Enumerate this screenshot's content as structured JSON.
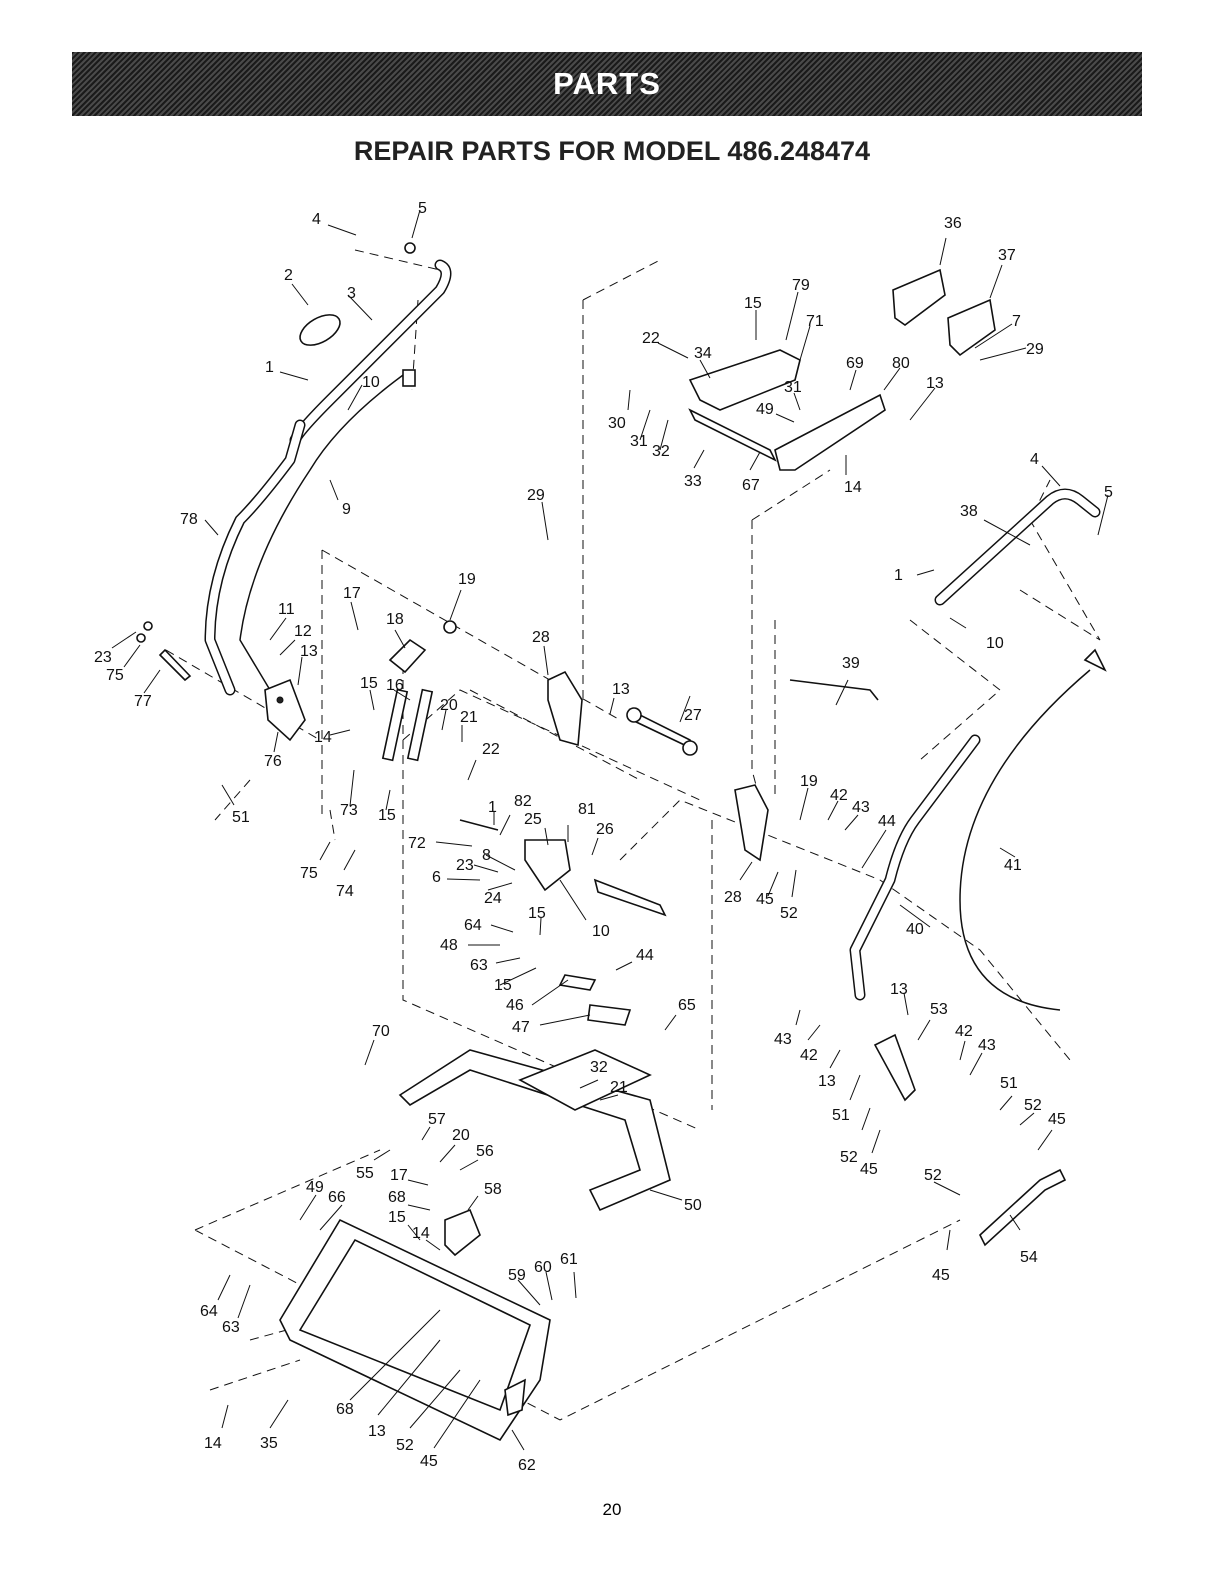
{
  "header": {
    "banner": "PARTS",
    "title": "REPAIR PARTS FOR MODEL 486.248474"
  },
  "page_number": "20",
  "callouts": [
    {
      "id": "c-4-a",
      "n": "4"
    },
    {
      "id": "c-5-a",
      "n": "5"
    },
    {
      "id": "c-2",
      "n": "2"
    },
    {
      "id": "c-3",
      "n": "3"
    },
    {
      "id": "c-1-a",
      "n": "1"
    },
    {
      "id": "c-10-a",
      "n": "10"
    },
    {
      "id": "c-9",
      "n": "9"
    },
    {
      "id": "c-78",
      "n": "78"
    },
    {
      "id": "c-11",
      "n": "11"
    },
    {
      "id": "c-12",
      "n": "12"
    },
    {
      "id": "c-13-a",
      "n": "13"
    },
    {
      "id": "c-23-a",
      "n": "23"
    },
    {
      "id": "c-75-a",
      "n": "75"
    },
    {
      "id": "c-77",
      "n": "77"
    },
    {
      "id": "c-76",
      "n": "76"
    },
    {
      "id": "c-51-a",
      "n": "51"
    },
    {
      "id": "c-17-a",
      "n": "17"
    },
    {
      "id": "c-18",
      "n": "18"
    },
    {
      "id": "c-19-a",
      "n": "19"
    },
    {
      "id": "c-15-a",
      "n": "15"
    },
    {
      "id": "c-16",
      "n": "16"
    },
    {
      "id": "c-20-a",
      "n": "20"
    },
    {
      "id": "c-21-a",
      "n": "21"
    },
    {
      "id": "c-22-a",
      "n": "22"
    },
    {
      "id": "c-14-a",
      "n": "14"
    },
    {
      "id": "c-73",
      "n": "73"
    },
    {
      "id": "c-15-b",
      "n": "15"
    },
    {
      "id": "c-75-b",
      "n": "75"
    },
    {
      "id": "c-74",
      "n": "74"
    },
    {
      "id": "c-1-b",
      "n": "1"
    },
    {
      "id": "c-82",
      "n": "82"
    },
    {
      "id": "c-72",
      "n": "72"
    },
    {
      "id": "c-25",
      "n": "25"
    },
    {
      "id": "c-81",
      "n": "81"
    },
    {
      "id": "c-26",
      "n": "26"
    },
    {
      "id": "c-8",
      "n": "8"
    },
    {
      "id": "c-23-b",
      "n": "23"
    },
    {
      "id": "c-6",
      "n": "6"
    },
    {
      "id": "c-24",
      "n": "24"
    },
    {
      "id": "c-10-b",
      "n": "10"
    },
    {
      "id": "c-15-c",
      "n": "15"
    },
    {
      "id": "c-64-a",
      "n": "64"
    },
    {
      "id": "c-48",
      "n": "48"
    },
    {
      "id": "c-63-a",
      "n": "63"
    },
    {
      "id": "c-15-d",
      "n": "15"
    },
    {
      "id": "c-44-a",
      "n": "44"
    },
    {
      "id": "c-46",
      "n": "46"
    },
    {
      "id": "c-47",
      "n": "47"
    },
    {
      "id": "c-65",
      "n": "65"
    },
    {
      "id": "c-29-a",
      "n": "29"
    },
    {
      "id": "c-28-a",
      "n": "28"
    },
    {
      "id": "c-13-b",
      "n": "13"
    },
    {
      "id": "c-27",
      "n": "27"
    },
    {
      "id": "c-22-b",
      "n": "22"
    },
    {
      "id": "c-34",
      "n": "34"
    },
    {
      "id": "c-15-e",
      "n": "15"
    },
    {
      "id": "c-79",
      "n": "79"
    },
    {
      "id": "c-71",
      "n": "71"
    },
    {
      "id": "c-36",
      "n": "36"
    },
    {
      "id": "c-37",
      "n": "37"
    },
    {
      "id": "c-7",
      "n": "7"
    },
    {
      "id": "c-29-b",
      "n": "29"
    },
    {
      "id": "c-69",
      "n": "69"
    },
    {
      "id": "c-80",
      "n": "80"
    },
    {
      "id": "c-31-a",
      "n": "31"
    },
    {
      "id": "c-13-c",
      "n": "13"
    },
    {
      "id": "c-49-a",
      "n": "49"
    },
    {
      "id": "c-30",
      "n": "30"
    },
    {
      "id": "c-31-b",
      "n": "31"
    },
    {
      "id": "c-32-a",
      "n": "32"
    },
    {
      "id": "c-33",
      "n": "33"
    },
    {
      "id": "c-67",
      "n": "67"
    },
    {
      "id": "c-14-b",
      "n": "14"
    },
    {
      "id": "c-4-b",
      "n": "4"
    },
    {
      "id": "c-5-b",
      "n": "5"
    },
    {
      "id": "c-38",
      "n": "38"
    },
    {
      "id": "c-1-c",
      "n": "1"
    },
    {
      "id": "c-10-c",
      "n": "10"
    },
    {
      "id": "c-39",
      "n": "39"
    },
    {
      "id": "c-41",
      "n": "41"
    },
    {
      "id": "c-19-b",
      "n": "19"
    },
    {
      "id": "c-42-a",
      "n": "42"
    },
    {
      "id": "c-43-a",
      "n": "43"
    },
    {
      "id": "c-44-b",
      "n": "44"
    },
    {
      "id": "c-28-b",
      "n": "28"
    },
    {
      "id": "c-45-a",
      "n": "45"
    },
    {
      "id": "c-52-a",
      "n": "52"
    },
    {
      "id": "c-40",
      "n": "40"
    },
    {
      "id": "c-13-d",
      "n": "13"
    },
    {
      "id": "c-53",
      "n": "53"
    },
    {
      "id": "c-42-b",
      "n": "42"
    },
    {
      "id": "c-43-b",
      "n": "43"
    },
    {
      "id": "c-43-c",
      "n": "43"
    },
    {
      "id": "c-42-c",
      "n": "42"
    },
    {
      "id": "c-13-e",
      "n": "13"
    },
    {
      "id": "c-51-b",
      "n": "51"
    },
    {
      "id": "c-51-c",
      "n": "51"
    },
    {
      "id": "c-52-b",
      "n": "52"
    },
    {
      "id": "c-45-b",
      "n": "45"
    },
    {
      "id": "c-52-c",
      "n": "52"
    },
    {
      "id": "c-45-c",
      "n": "45"
    },
    {
      "id": "c-52-d",
      "n": "52"
    },
    {
      "id": "c-54",
      "n": "54"
    },
    {
      "id": "c-45-d",
      "n": "45"
    },
    {
      "id": "c-70",
      "n": "70"
    },
    {
      "id": "c-32-b",
      "n": "32"
    },
    {
      "id": "c-21-b",
      "n": "21"
    },
    {
      "id": "c-50",
      "n": "50"
    },
    {
      "id": "c-57",
      "n": "57"
    },
    {
      "id": "c-20-b",
      "n": "20"
    },
    {
      "id": "c-56",
      "n": "56"
    },
    {
      "id": "c-55",
      "n": "55"
    },
    {
      "id": "c-17-b",
      "n": "17"
    },
    {
      "id": "c-58",
      "n": "58"
    },
    {
      "id": "c-49-b",
      "n": "49"
    },
    {
      "id": "c-66",
      "n": "66"
    },
    {
      "id": "c-68-a",
      "n": "68"
    },
    {
      "id": "c-15-f",
      "n": "15"
    },
    {
      "id": "c-14-c",
      "n": "14"
    },
    {
      "id": "c-59",
      "n": "59"
    },
    {
      "id": "c-60",
      "n": "60"
    },
    {
      "id": "c-61",
      "n": "61"
    },
    {
      "id": "c-64-b",
      "n": "64"
    },
    {
      "id": "c-63-b",
      "n": "63"
    },
    {
      "id": "c-68-b",
      "n": "68"
    },
    {
      "id": "c-13-f",
      "n": "13"
    },
    {
      "id": "c-52-e",
      "n": "52"
    },
    {
      "id": "c-45-e",
      "n": "45"
    },
    {
      "id": "c-14-d",
      "n": "14"
    },
    {
      "id": "c-35",
      "n": "35"
    },
    {
      "id": "c-62",
      "n": "62"
    }
  ]
}
